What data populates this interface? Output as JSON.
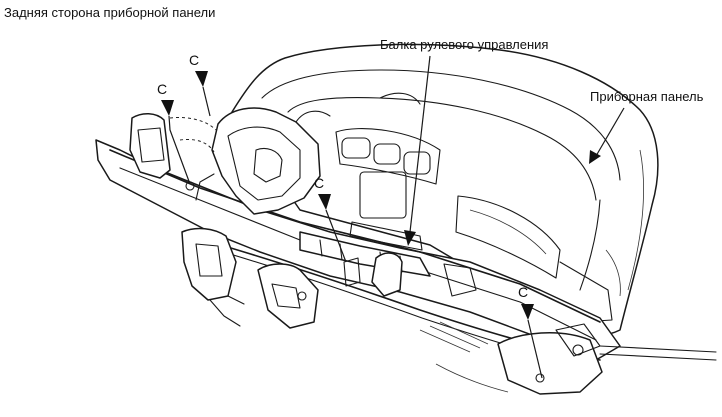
{
  "title": "Задняя сторона приборной панели",
  "labels": {
    "steering_beam": "Балка рулевого управления",
    "instrument_panel": "Приборная панель"
  },
  "clips": [
    {
      "letter": "C"
    },
    {
      "letter": "C"
    },
    {
      "letter": "C"
    },
    {
      "letter": "C"
    }
  ],
  "colors": {
    "ink": "#1a1a1a",
    "background": "#ffffff"
  }
}
